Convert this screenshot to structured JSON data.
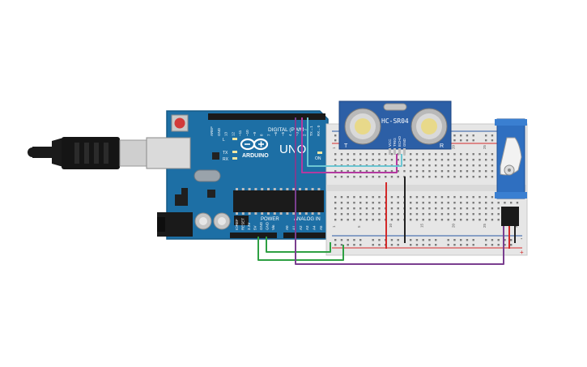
{
  "arduino": {
    "brand": "ARDUINO",
    "model": "UNO",
    "digital_header": "DIGITAL (PWM~)",
    "power_header": "POWER",
    "analog_header": "ANALOG IN",
    "on_led": "ON",
    "tx_label": "TX",
    "rx_label": "RX",
    "l_label": "L",
    "digital_pins": [
      "AREF",
      "GND",
      "13",
      "12",
      "~11",
      "~10",
      "~9",
      "8",
      "7",
      "~6",
      "~5",
      "4",
      "~3",
      "2",
      "TX→1",
      "RX←0"
    ],
    "power_pins": [
      "IOREF",
      "RESET",
      "3.3V",
      "5V",
      "GND",
      "GND",
      "Vin"
    ],
    "analog_pins": [
      "A0",
      "A1",
      "A2",
      "A3",
      "A4",
      "A5"
    ]
  },
  "sensor": {
    "name": "HC-SR04",
    "left_mark": "T",
    "right_mark": "R",
    "pins": [
      "VCC",
      "TRIG",
      "ECHO",
      "GND"
    ]
  },
  "breadboard": {
    "rail_plus": "+",
    "rail_minus": "-",
    "column_numbers": [
      "1",
      "5",
      "10",
      "15",
      "20",
      "25",
      "30"
    ]
  },
  "colors": {
    "board": "#1d6fa5",
    "breadboard": "#e6e6e6",
    "sensor": "#2c5fa6",
    "wire_green": "#2ea043",
    "wire_purple": "#7a3e8f",
    "wire_magenta": "#b33aa0",
    "wire_cyan": "#6cc6d3",
    "wire_red": "#d42a2a",
    "wire_black": "#222222"
  }
}
